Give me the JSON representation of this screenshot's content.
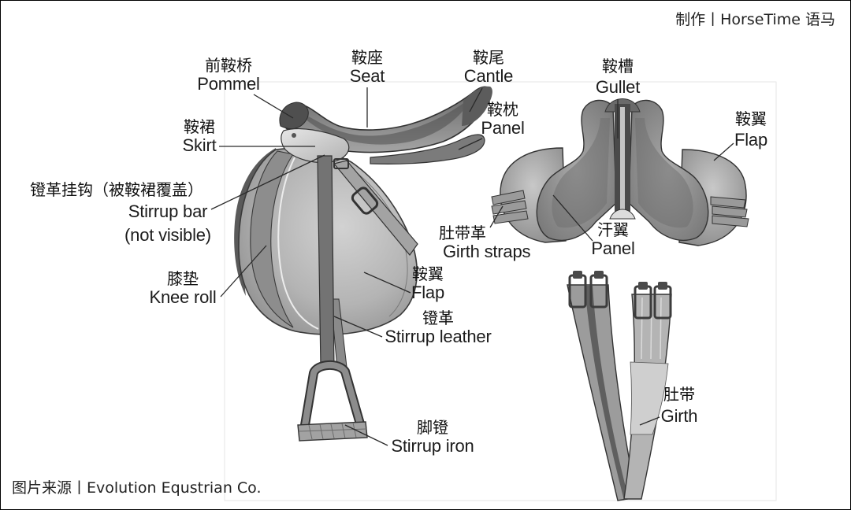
{
  "credits": {
    "maker": "制作丨HorseTime 语马",
    "source": "图片来源丨Evolution Equstrian Co."
  },
  "labels": {
    "pommel": {
      "zh": "前鞍桥",
      "en": "Pommel"
    },
    "seat": {
      "zh": "鞍座",
      "en": "Seat"
    },
    "cantle": {
      "zh": "鞍尾",
      "en": "Cantle"
    },
    "panel_side": {
      "zh": "鞍枕",
      "en": "Panel"
    },
    "skirt": {
      "zh": "鞍裙",
      "en": "Skirt"
    },
    "stirrup_bar": {
      "zh": "镫革挂钩（被鞍裙覆盖）",
      "en": "Stirrup bar",
      "note": "(not visible)"
    },
    "knee_roll": {
      "zh": "膝垫",
      "en": "Knee roll"
    },
    "flap_side": {
      "zh": "鞍翼",
      "en": "Flap"
    },
    "stirrup_leather": {
      "zh": "镫革",
      "en": "Stirrup leather"
    },
    "stirrup_iron": {
      "zh": "脚镫",
      "en": "Stirrup iron"
    },
    "gullet": {
      "zh": "鞍槽",
      "en": "Gullet"
    },
    "flap_under": {
      "zh": "鞍翼",
      "en": "Flap"
    },
    "girth_straps": {
      "zh": "肚带革",
      "en": "Girth straps"
    },
    "panel_under": {
      "zh": "汗翼",
      "en": "Panel"
    },
    "girth": {
      "zh": "肚带",
      "en": "Girth"
    }
  },
  "colors": {
    "ink": "#111111",
    "leader": "#2a2a2a",
    "background": "#ffffff",
    "border": "#000000"
  }
}
